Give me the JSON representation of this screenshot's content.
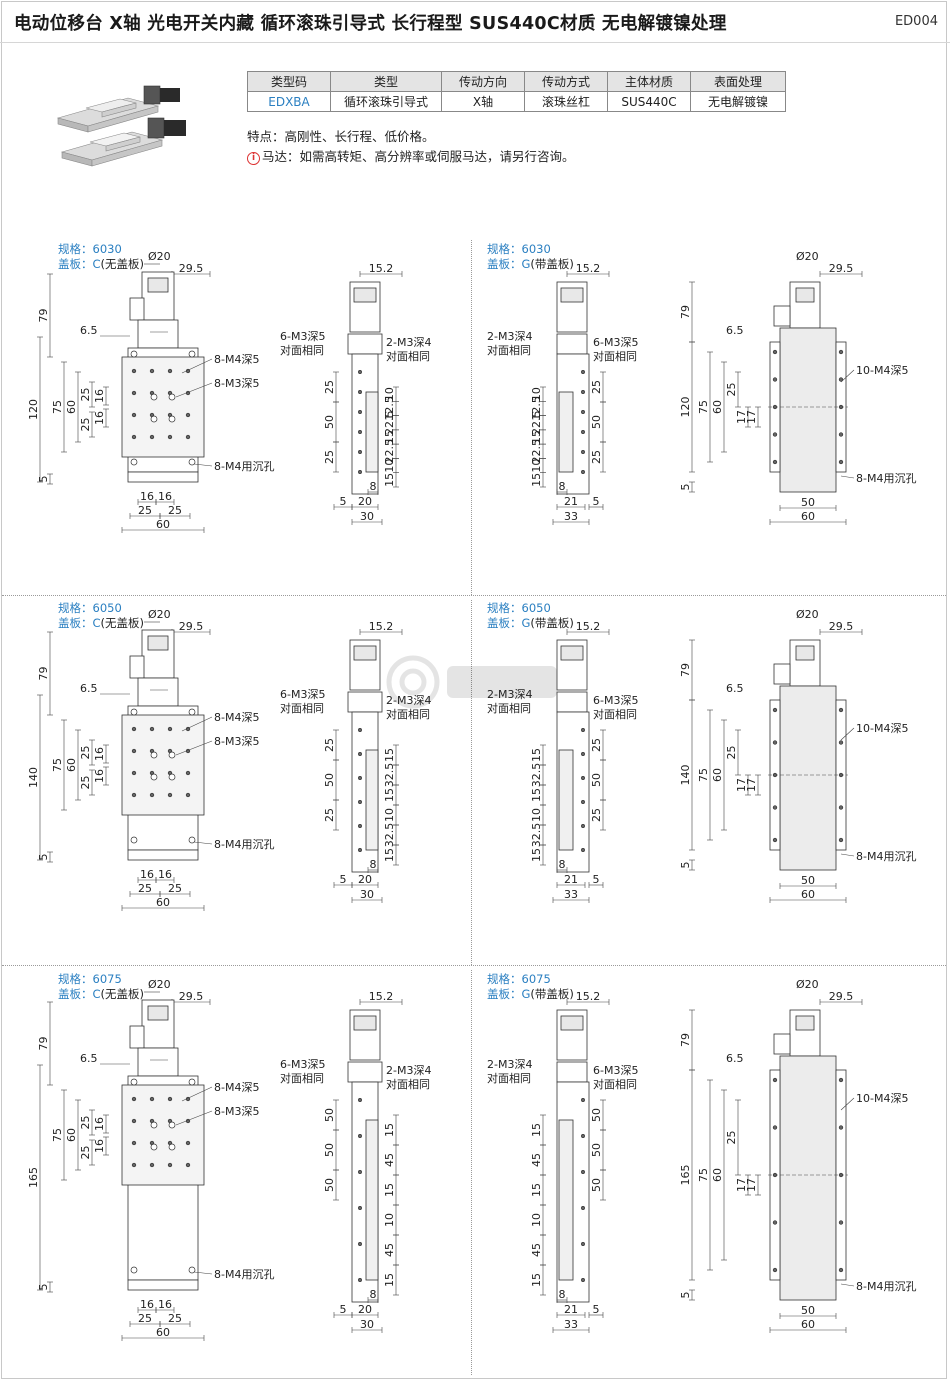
{
  "header": {
    "title": "电动位移台   X轴   光电开关内藏   循环滚珠引导式   长行程型   SUS440C材质   无电解镀镍处理",
    "code": "ED004"
  },
  "spec_table": {
    "headers": [
      "类型码",
      "类型",
      "传动方向",
      "传动方式",
      "主体材质",
      "表面处理"
    ],
    "row": [
      "EDXBA",
      "循环滚珠引导式",
      "X轴",
      "滚珠丝杠",
      "SUS440C",
      "无电解镀镍"
    ]
  },
  "features": "特点：高刚性、长行程、低价格。",
  "motor_note": {
    "icon": "info-icon",
    "text": "马达：如需高转矩、高分辨率或伺服马达，请另行咨询。"
  },
  "labels": {
    "spec_key": "规格：",
    "cover_key": "盖板：",
    "cover_c": "C",
    "cover_c_desc": "(无盖板)",
    "cover_g": "G",
    "cover_g_desc": "(带盖板)"
  },
  "sections": [
    {
      "spec": "6030",
      "body_len": "120",
      "c_notes": [
        "8-M4深5",
        "8-M3深5",
        "8-M4用沉孔"
      ],
      "c_side_notes": [
        "6-M3深5",
        "对面相同",
        "2-M3深4",
        "对面相同"
      ],
      "g_side_notes": [
        "2-M3深4",
        "对面相同",
        "6-M3深5",
        "对面相同"
      ],
      "g_notes": [
        "10-M4深5",
        "8-M4用沉孔"
      ],
      "side_dims": [
        "25",
        "50",
        "25",
        "10",
        "12.5",
        "22.5",
        "15",
        "22.5",
        "10",
        "15"
      ]
    },
    {
      "spec": "6050",
      "body_len": "140",
      "c_notes": [
        "8-M4深5",
        "8-M3深5",
        "8-M4用沉孔"
      ],
      "c_side_notes": [
        "6-M3深5",
        "对面相同",
        "2-M3深4",
        "对面相同"
      ],
      "g_side_notes": [
        "2-M3深4",
        "对面相同",
        "6-M3深5",
        "对面相同"
      ],
      "g_notes": [
        "10-M4深5",
        "8-M4用沉孔"
      ],
      "side_dims": [
        "25",
        "50",
        "25",
        "15",
        "32.5",
        "15",
        "10",
        "32.5",
        "15"
      ]
    },
    {
      "spec": "6075",
      "body_len": "165",
      "c_notes": [
        "8-M4深5",
        "8-M3深5",
        "8-M4用沉孔"
      ],
      "c_side_notes": [
        "6-M3深5",
        "对面相同",
        "2-M3深4",
        "对面相同"
      ],
      "g_side_notes": [
        "2-M3深4",
        "对面相同",
        "6-M3深5",
        "对面相同"
      ],
      "g_notes": [
        "10-M4深5",
        "8-M4用沉孔"
      ],
      "side_dims": [
        "50",
        "50",
        "50",
        "15",
        "45",
        "15",
        "10",
        "45",
        "15"
      ]
    }
  ],
  "common_dims": {
    "motor_dia": "Ø20",
    "motor_offset": "29.5",
    "top_h": "79",
    "side_w": "15.2",
    "flange": "6.5",
    "w60": "60",
    "w50": "50",
    "w75": "75",
    "d16": "16",
    "d25": "25",
    "d5": "5",
    "d8": "8",
    "w30": "30",
    "w33": "33",
    "w20": "20",
    "w21": "21",
    "d17": "17"
  }
}
